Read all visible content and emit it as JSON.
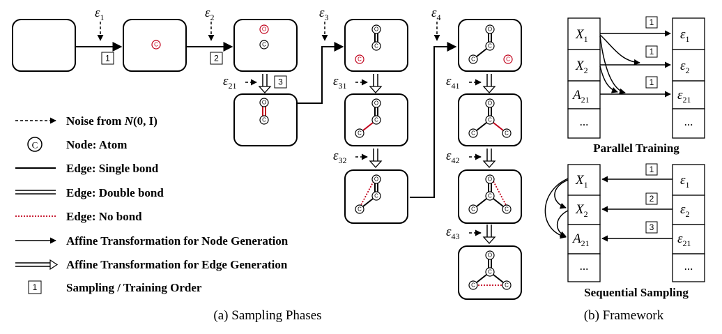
{
  "noise_labels": {
    "e1": {
      "base": "ε",
      "sub": "1"
    },
    "e2": {
      "base": "ε",
      "sub": "2"
    },
    "e3": {
      "base": "ε",
      "sub": "3"
    },
    "e4": {
      "base": "ε",
      "sub": "4"
    },
    "e21": {
      "base": "ε",
      "sub": "21"
    },
    "e31": {
      "base": "ε",
      "sub": "31"
    },
    "e32": {
      "base": "ε",
      "sub": "32"
    },
    "e41": {
      "base": "ε",
      "sub": "41"
    },
    "e42": {
      "base": "ε",
      "sub": "42"
    },
    "e43": {
      "base": "ε",
      "sub": "43"
    }
  },
  "order_numbers": [
    "1",
    "2",
    "3"
  ],
  "atom_labels": {
    "carbon": "C",
    "oxygen": "O"
  },
  "legend": {
    "noise": {
      "prefix": "Noise from ",
      "func": "N",
      "args": "(0, I)"
    },
    "node_symbol": "C",
    "node": "Node: Atom",
    "single": "Edge: Single bond",
    "double": "Edge: Double bond",
    "nobond": "Edge: No bond",
    "affine_node": "Affine Transformation for Node Generation",
    "affine_edge": "Affine Transformation for Edge Generation",
    "order_symbol": "1",
    "order": "Sampling / Training Order"
  },
  "framework": {
    "left_col": [
      {
        "base": "X",
        "sub": "1"
      },
      {
        "base": "X",
        "sub": "2"
      },
      {
        "base": "A",
        "sub": "21"
      },
      {
        "base": "...",
        "sub": ""
      }
    ],
    "right_col": [
      {
        "base": "ε",
        "sub": "1"
      },
      {
        "base": "ε",
        "sub": "2"
      },
      {
        "base": "ε",
        "sub": "21"
      },
      {
        "base": "...",
        "sub": ""
      }
    ],
    "parallel_order": [
      "1",
      "1",
      "1"
    ],
    "sequential_order": [
      "1",
      "2",
      "3"
    ],
    "parallel_title": "Parallel Training",
    "sequential_title": "Sequential Sampling"
  },
  "captions": {
    "a": "(a) Sampling Phases",
    "b": "(b) Framework"
  }
}
